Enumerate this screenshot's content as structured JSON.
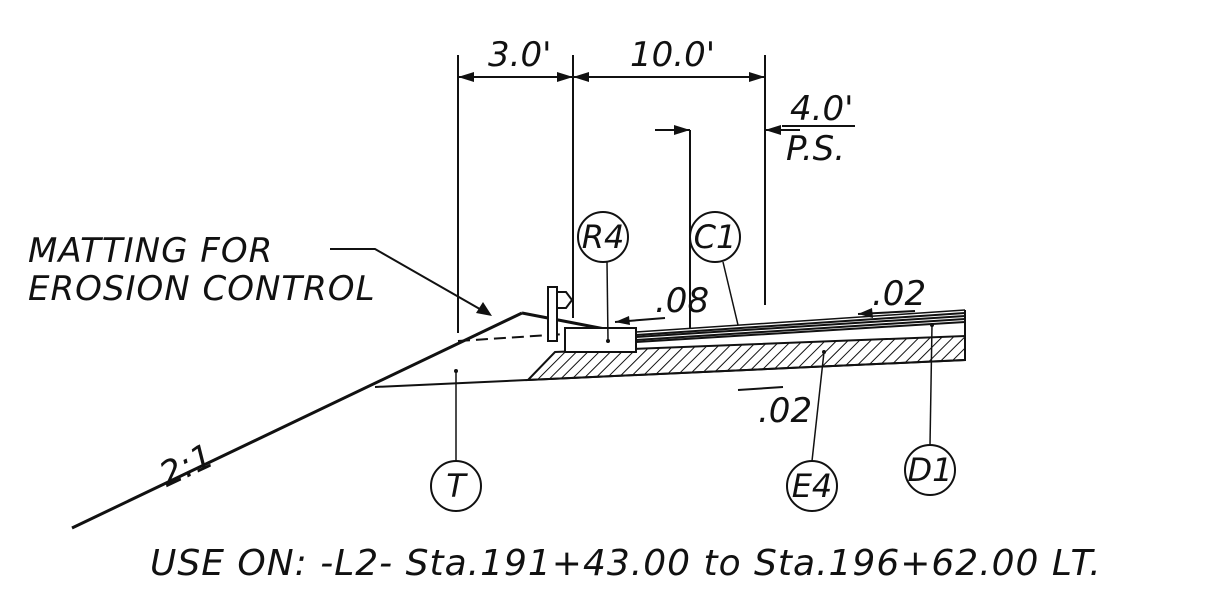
{
  "dimensions": {
    "d1": "3.0'",
    "d2": "10.0'",
    "d3": "4.0'",
    "d3_sub": "P.S."
  },
  "note": {
    "line1": "MATTING FOR",
    "line2": "EROSION CONTROL"
  },
  "slopes": {
    "top_shoulder": ".08",
    "top_lane": ".02",
    "subgrade": ".02",
    "fill": "2:1"
  },
  "tags": {
    "r4": "R4",
    "c1": "C1",
    "t": "T",
    "e4": "E4",
    "d1": "D1"
  },
  "use_on": "USE ON: -L2-  Sta.191+43.00 to Sta.196+62.00  LT.",
  "colors": {
    "ink": "#111111",
    "background": "#ffffff"
  }
}
